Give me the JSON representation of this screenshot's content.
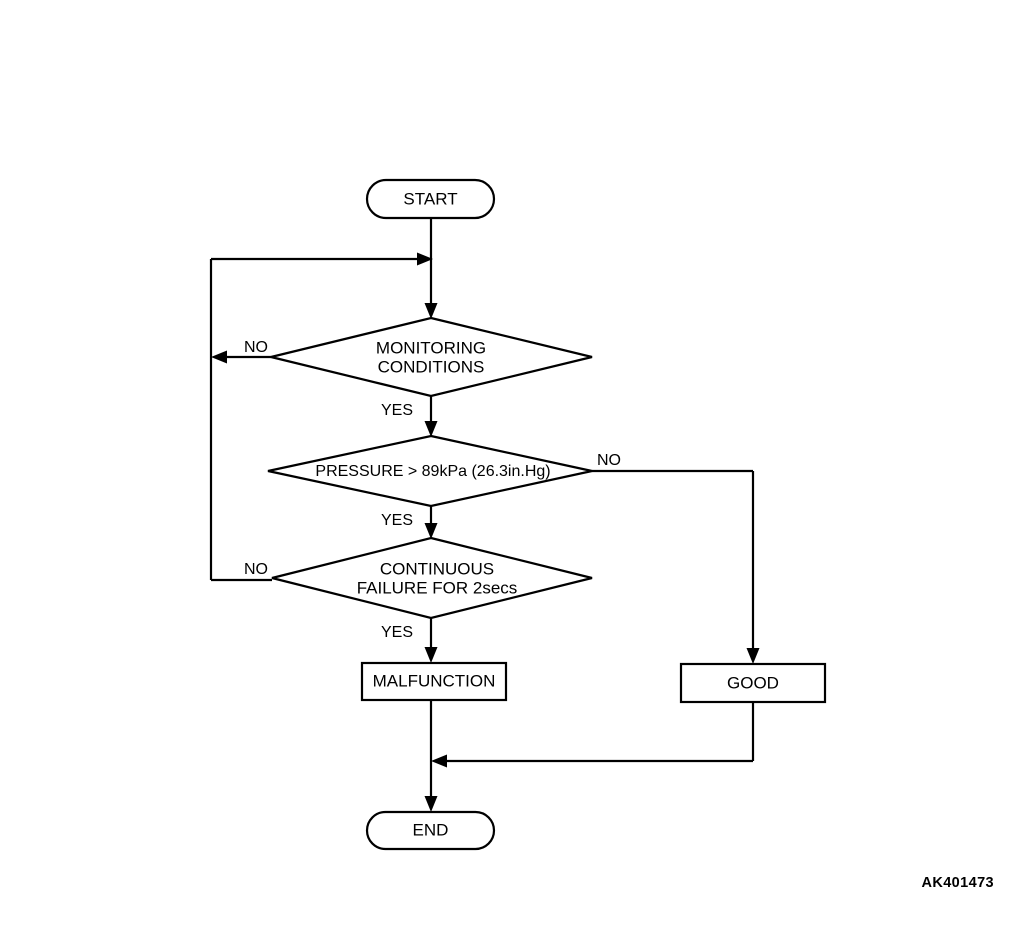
{
  "diagram": {
    "type": "flowchart",
    "title": "",
    "reference_code": "AK401473",
    "colors": {
      "background": "#ffffff",
      "stroke": "#000000",
      "fill": "#ffffff"
    },
    "nodes": [
      {
        "id": "start",
        "shape": "terminator",
        "label": "START"
      },
      {
        "id": "monitoring",
        "shape": "decision",
        "label_line1": "MONITORING",
        "label_line2": "CONDITIONS"
      },
      {
        "id": "pressure",
        "shape": "decision",
        "label_line1": "PRESSURE > 89kPa (26.3in.Hg)",
        "label_line2": ""
      },
      {
        "id": "continuous",
        "shape": "decision",
        "label_line1": "CONTINUOUS",
        "label_line2": "FAILURE FOR 2secs"
      },
      {
        "id": "malfunction",
        "shape": "process",
        "label": "MALFUNCTION"
      },
      {
        "id": "good",
        "shape": "process",
        "label": "GOOD"
      },
      {
        "id": "end",
        "shape": "terminator",
        "label": "END"
      }
    ],
    "edge_labels": {
      "monitoring_no": "NO",
      "monitoring_yes": "YES",
      "pressure_no": "NO",
      "pressure_yes": "YES",
      "continuous_no": "NO",
      "continuous_yes": "YES"
    },
    "edges": [
      {
        "from": "start",
        "to": "monitoring",
        "label": ""
      },
      {
        "from": "monitoring",
        "to": "start_path",
        "label": "NO"
      },
      {
        "from": "monitoring",
        "to": "pressure",
        "label": "YES"
      },
      {
        "from": "pressure",
        "to": "good",
        "label": "NO"
      },
      {
        "from": "pressure",
        "to": "continuous",
        "label": "YES"
      },
      {
        "from": "continuous",
        "to": "start_path",
        "label": "NO"
      },
      {
        "from": "continuous",
        "to": "malfunction",
        "label": "YES"
      },
      {
        "from": "malfunction",
        "to": "end",
        "label": ""
      },
      {
        "from": "good",
        "to": "end",
        "label": ""
      }
    ]
  }
}
